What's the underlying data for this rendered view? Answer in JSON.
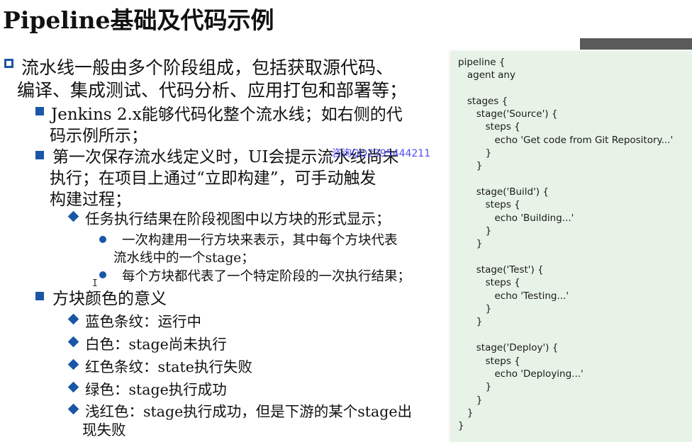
{
  "slide": {
    "title": "Pipeline基础及代码示例",
    "watermark": "咨询QQ2395444211"
  },
  "bullets": {
    "b1_line1": "流水线一般由多个阶段组成，包括获取源代码、",
    "b1_line2": "编译、集成测试、代码分析、应用打包和部署等；",
    "b2_line1": "Jenkins 2.x能够代码化整个流水线；如右侧的代",
    "b2_line2": "码示例所示；",
    "b3_line1": "第一次保存流水线定义时，UI会提示流水线尚未",
    "b3_line2": "执行；在项目上通过“立即构建”，可手动触发",
    "b3_line3": "构建过程；",
    "b4_line1": "任务执行结果在阶段视图中以方块的形式显示；",
    "b5_line1": "一次构建用一行方块来表示，其中每个方块代表",
    "b5_line2": "流水线中的一个stage；",
    "b6_line1": "每个方块都代表了一个特定阶段的一次执行结果；",
    "b7_line1": "方块颜色的意义",
    "c1": "蓝色条纹：运行中",
    "c2": "白色：stage尚未执行",
    "c3": "红色条纹：state执行失败",
    "c4": "绿色：stage执行成功",
    "c5_line1": "浅红色：stage执行成功，但是下游的某个stage出",
    "c5_line2": "现失败"
  },
  "code": {
    "lines": [
      "pipeline {",
      "   agent any",
      "",
      "   stages {",
      "      stage('Source') {",
      "         steps {",
      "            echo 'Get code from Git Repository...'",
      "         }",
      "      }",
      "",
      "      stage('Build') {",
      "         steps {",
      "            echo 'Building...'",
      "         }",
      "      }",
      "",
      "      stage('Test') {",
      "         steps {",
      "            echo 'Testing...'",
      "         }",
      "      }",
      "",
      "      stage('Deploy') {",
      "         steps {",
      "            echo 'Deploying...'",
      "         }",
      "      }",
      "   }",
      "}"
    ]
  },
  "colors": {
    "bullet": "#1a56a6",
    "code_panel_bg": "#e8f3e8",
    "watermark": "#3a3af0"
  }
}
